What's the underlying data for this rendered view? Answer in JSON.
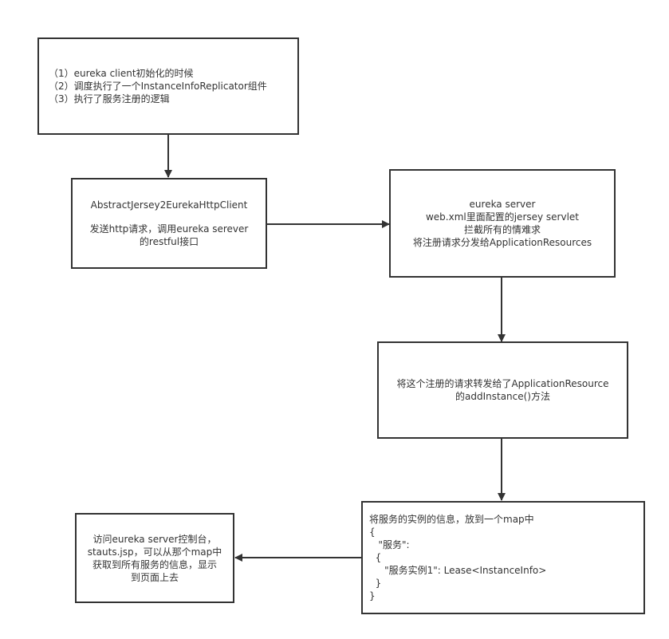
{
  "diagram": {
    "nodes": [
      {
        "id": "client-init",
        "lines": [
          "（1）eureka client初始化的时候",
          "（2）调度执行了一个InstanceInfoReplicator组件",
          "（3）执行了服务注册的逻辑"
        ]
      },
      {
        "id": "jersey-client",
        "title": "AbstractJersey2EurekaHttpClient",
        "lines": [
          "发送http请求，调用eureka serever",
          "的restful接口"
        ]
      },
      {
        "id": "eureka-server",
        "lines": [
          "eureka server",
          "web.xml里面配置的jersey servlet",
          "拦截所有的情难求",
          "将注册请求分发给ApplicationResources"
        ]
      },
      {
        "id": "application-resource",
        "lines": [
          "将这个注册的请求转发给了ApplicationResource",
          "的addInstance()方法"
        ]
      },
      {
        "id": "registry-map",
        "lines": [
          "将服务的实例的信息，放到一个map中",
          "{",
          "   \"服务\":",
          "  {",
          "     \"服务实例1\": Lease<InstanceInfo>",
          "  }",
          "}"
        ]
      },
      {
        "id": "console",
        "lines": [
          "访问eureka server控制台，",
          "stauts.jsp，可以从那个map中",
          "获取到所有服务的信息，显示",
          "到页面上去"
        ]
      }
    ],
    "edges": [
      {
        "from": "client-init",
        "to": "jersey-client"
      },
      {
        "from": "jersey-client",
        "to": "eureka-server"
      },
      {
        "from": "eureka-server",
        "to": "application-resource"
      },
      {
        "from": "application-resource",
        "to": "registry-map"
      },
      {
        "from": "registry-map",
        "to": "console"
      }
    ],
    "colors": {
      "stroke": "#333333",
      "text": "#333333",
      "background": "#ffffff"
    }
  }
}
